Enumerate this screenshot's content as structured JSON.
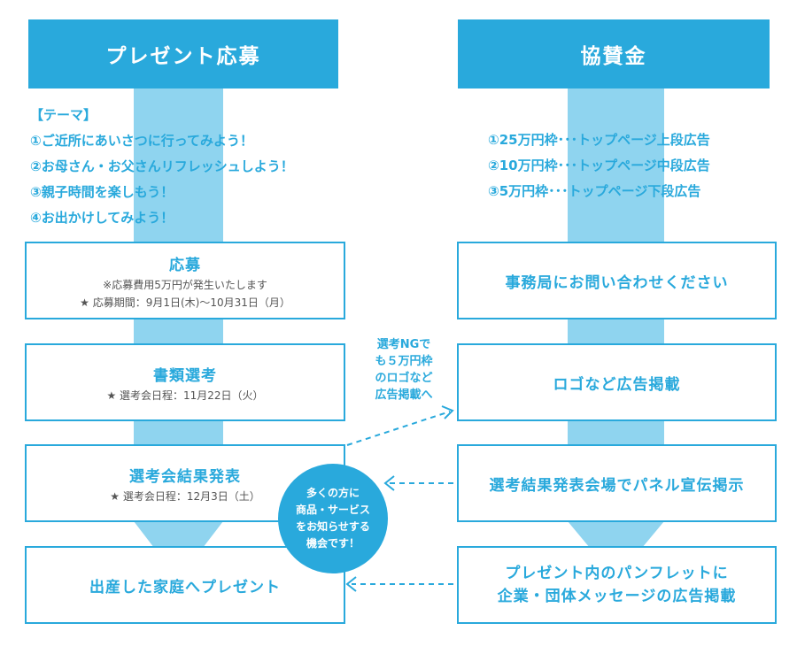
{
  "left": {
    "header": "プレゼント応募",
    "theme_lines": [
      "【テーマ】",
      "①ご近所にあいさつに行ってみよう！",
      "②お母さん・お父さんリフレッシュしよう！",
      "③親子時間を楽しもう！",
      "④お出かけしてみよう！"
    ],
    "steps": [
      {
        "title": "応募",
        "subs": [
          "※応募費用5万円が発生いたします",
          "★ 応募期間：9月1日(木)〜10月31日（月）"
        ]
      },
      {
        "title": "書類選考",
        "subs": [
          "★ 選考会日程：11月22日（火）"
        ]
      },
      {
        "title": "選考会結果発表",
        "subs": [
          "★ 選考会日程：12月3日（土）"
        ]
      },
      {
        "title": "出産した家庭へプレゼント",
        "subs": []
      }
    ]
  },
  "right": {
    "header": "協賛金",
    "ad_lines": [
      "①25万円枠･･･トップページ上段広告",
      "②10万円枠･･･トップページ中段広告",
      "③5万円枠･･･トップページ下段広告"
    ],
    "steps": [
      {
        "title_lines": [
          "事務局にお問い合わせください"
        ]
      },
      {
        "title_lines": [
          "ロゴなど広告掲載"
        ]
      },
      {
        "title_lines": [
          "選考結果発表会場でパネル宣伝掲示"
        ]
      },
      {
        "title_lines": [
          "プレゼント内のパンフレットに",
          "企業・団体メッセージの広告掲載"
        ]
      }
    ]
  },
  "note_lines": [
    "選考NGで",
    "も５万円枠",
    "のロゴなど",
    "広告掲載へ"
  ],
  "circle_lines": [
    "多くの方に",
    "商品・サービス",
    "をお知らせする",
    "機会です！"
  ],
  "colors": {
    "accent": "#29a9dc",
    "band": "#8fd4ef",
    "subtext": "#555555"
  }
}
